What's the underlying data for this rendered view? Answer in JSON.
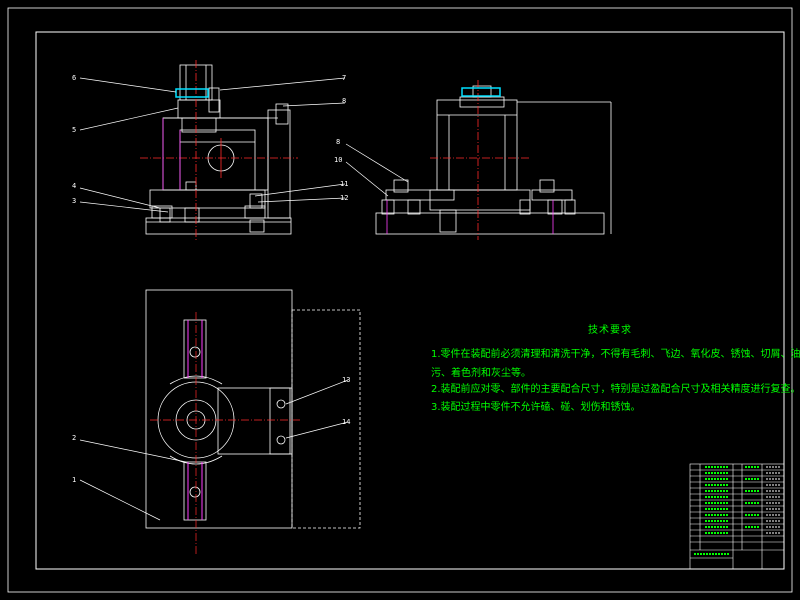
{
  "colors": {
    "background": "#000000",
    "outline": "#ffffff",
    "centerline": "#ff2a2a",
    "text": "#00ff00",
    "hatch": "#00e0ff",
    "part": "#ff40ff"
  },
  "balloons": {
    "b6": "6",
    "b7": "7",
    "b8a": "8",
    "b5": "5",
    "b4": "4",
    "b3": "3",
    "b11": "11",
    "b12": "12",
    "b8b": "8",
    "b10": "10",
    "b13": "13",
    "b14": "14",
    "b2": "2",
    "b1": "1"
  },
  "requirements": {
    "title": "技术要求",
    "line1": "1.零件在装配前必须清理和清洗干净，不得有毛刺、飞边、氧化皮、锈蚀、切屑、油",
    "line2": "污、着色剂和灰尘等。",
    "line3": "2.装配前应对零、部件的主要配合尺寸，特别是过盈配合尺寸及相关精度进行复查。",
    "line4": "3.装配过程中零件不允许磕、碰、划伤和锈蚀。"
  }
}
